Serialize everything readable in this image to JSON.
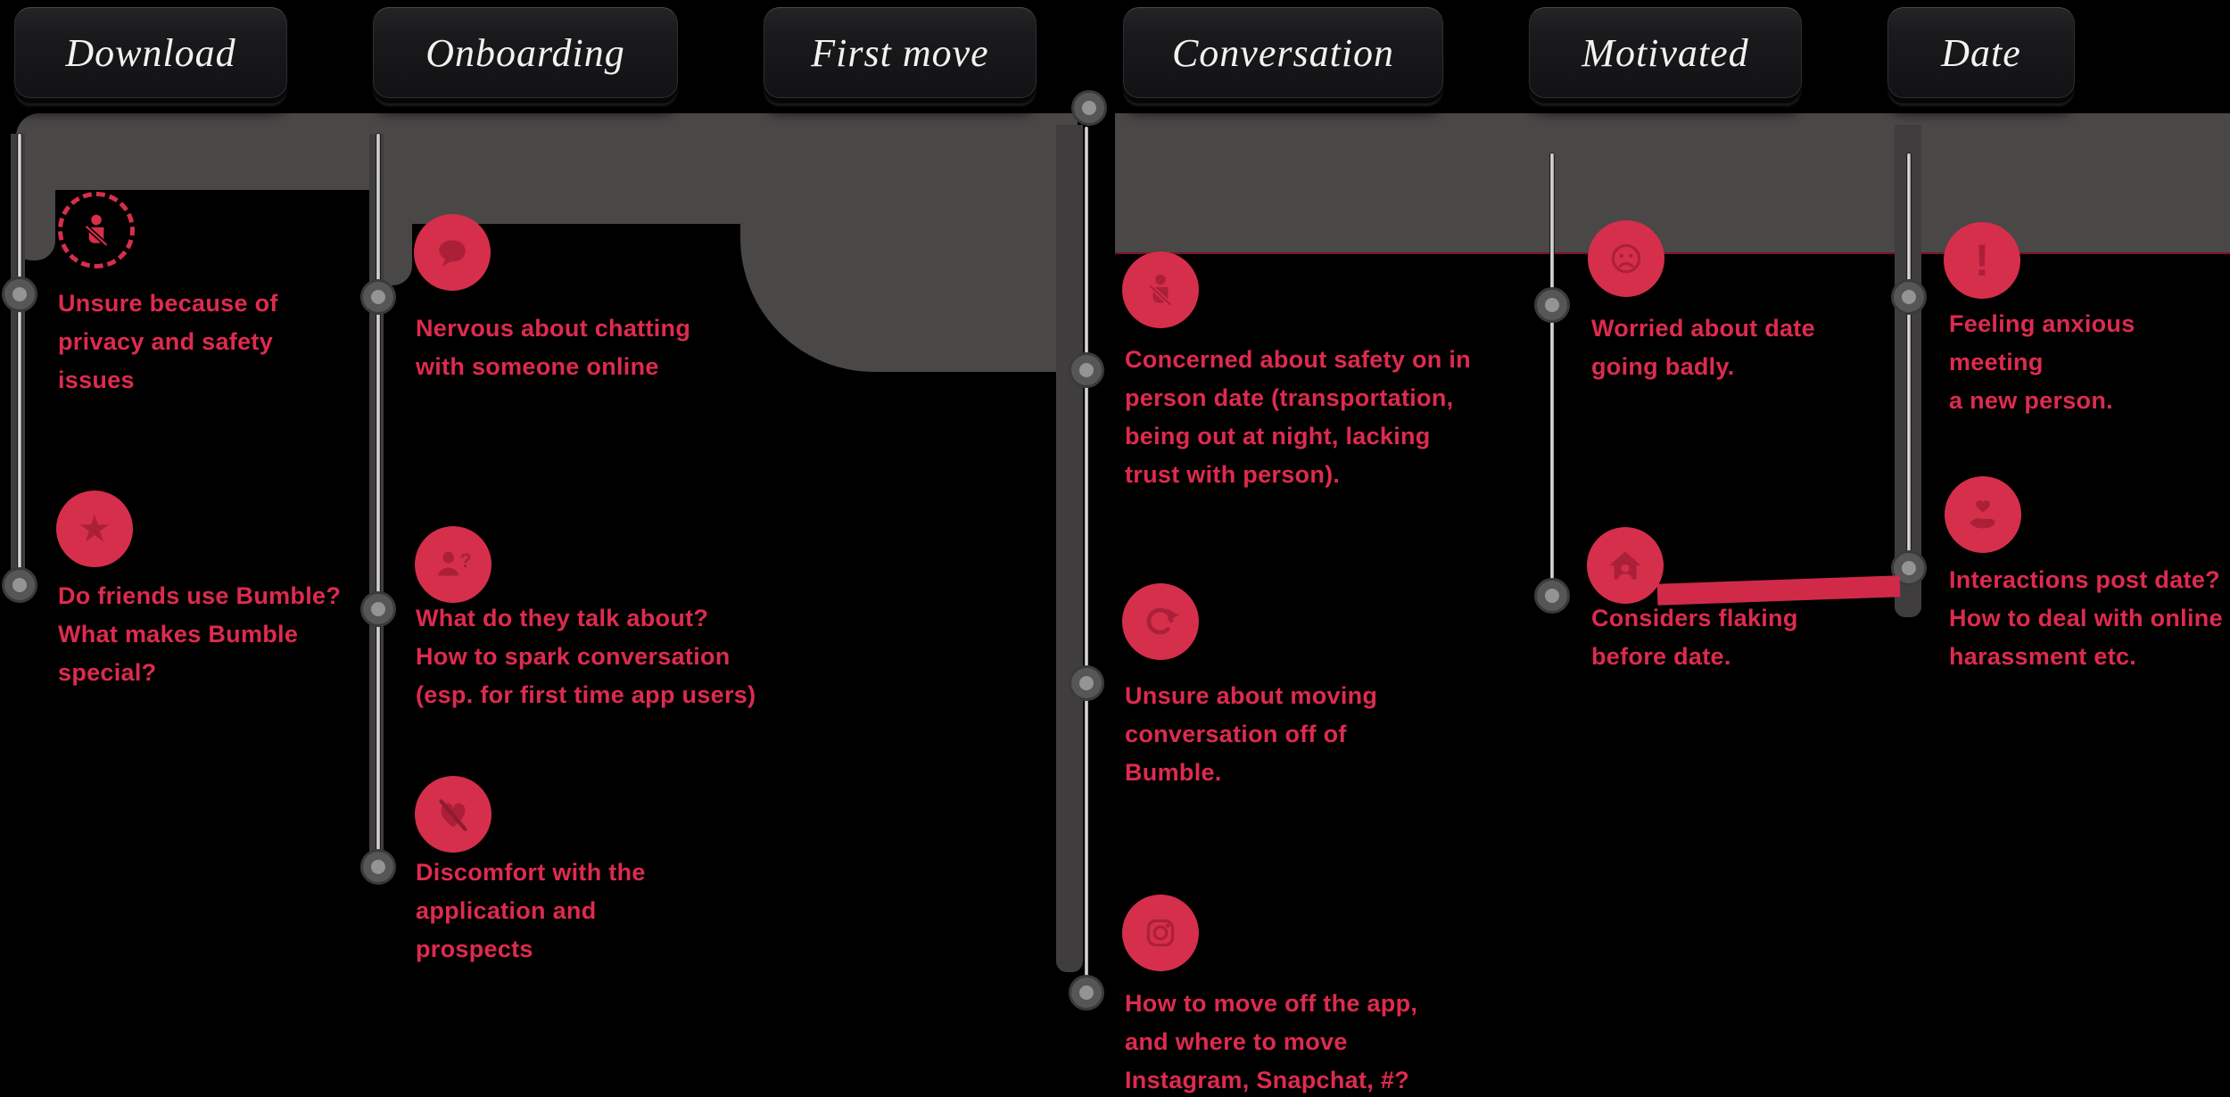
{
  "journey": {
    "title_hidden": "",
    "stages": [
      {
        "label": "Download",
        "items": [
          {
            "icon": "seatbelt-icon",
            "variant": "dashed",
            "text": "Unsure because of\nprivacy and safety\nissues"
          },
          {
            "icon": "star-icon",
            "variant": "solid",
            "text": "Do friends use Bumble?\nWhat makes Bumble\nspecial?"
          }
        ]
      },
      {
        "label": "Onboarding",
        "items": [
          {
            "icon": "chat-bubble-icon",
            "variant": "solid",
            "text": "Nervous about chatting\nwith someone online"
          },
          {
            "icon": "person-question-icon",
            "variant": "solid",
            "text": "What do they talk about?\nHow to spark conversation\n(esp. for first time app users)"
          },
          {
            "icon": "heart-off-icon",
            "variant": "solid",
            "text": "Discomfort with the\napplication and\nprospects"
          }
        ]
      },
      {
        "label": "First move",
        "items": []
      },
      {
        "label": "Conversation",
        "items": [
          {
            "icon": "seatbelt-icon",
            "variant": "solid",
            "text": "Concerned about safety on in\nperson date (transportation,\nbeing out at night, lacking\ntrust with person)."
          },
          {
            "icon": "redo-arrow-icon",
            "variant": "solid",
            "text": "Unsure about moving\nconversation off of\nBumble."
          },
          {
            "icon": "instagram-icon",
            "variant": "solid",
            "text": "How to move off the app,\nand where to move\nInstagram, Snapchat, #?"
          }
        ]
      },
      {
        "label": "Motivated",
        "items": [
          {
            "icon": "sad-face-icon",
            "variant": "solid",
            "text": "Worried about date\ngoing badly."
          },
          {
            "icon": "house-person-icon",
            "variant": "solid",
            "text": "Considers flaking\nbefore date."
          }
        ]
      },
      {
        "label": "Date",
        "items": [
          {
            "icon": "exclamation-icon",
            "variant": "solid",
            "text": "Feeling anxious meeting\na new person."
          },
          {
            "icon": "hand-heart-icon",
            "variant": "solid",
            "text": "Interactions post date?\nHow to deal with online\nharassment etc."
          }
        ]
      }
    ],
    "colors": {
      "background": "#000000",
      "accent_red": "#d62f4b",
      "text_red": "#dd2b4e",
      "glyph_dark_red": "#ab2038",
      "path_gray": "#4a4747",
      "bar_gray": "#403d3e",
      "node_gray": "#949494",
      "hairline_red": "#7c1026",
      "button_black": "#1a1a1c",
      "button_text": "#f4f2ef"
    }
  }
}
